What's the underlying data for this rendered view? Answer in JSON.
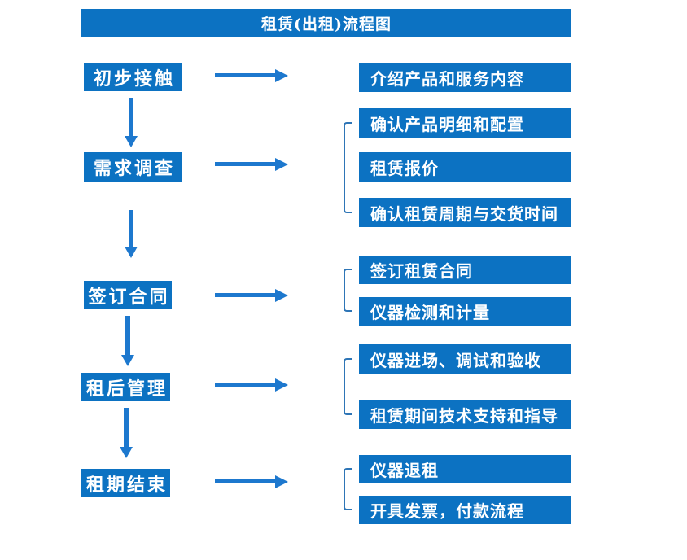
{
  "title": "租赁(出租)流程图",
  "colors": {
    "box_blue": "#0C72C2",
    "arrow_blue": "#1D78CE",
    "bracket_blue": "#2E75B6",
    "text": "#FFFFFF",
    "background": "#FFFFFF"
  },
  "icons": {
    "flow_arrow_right": "→",
    "flow_arrow_down": "↓",
    "group_bracket": "["
  },
  "flow": [
    {
      "step": "初步接触",
      "details": [
        "介绍产品和服务内容"
      ]
    },
    {
      "step": "需求调查",
      "details": [
        "确认产品明细和配置",
        "租赁报价",
        "确认租赁周期与交货时间"
      ]
    },
    {
      "step": "签订合同",
      "details": [
        "签订租赁合同",
        "仪器检测和计量"
      ]
    },
    {
      "step": "租后管理",
      "details": [
        "仪器进场、调试和验收",
        "租赁期间技术支持和指导"
      ]
    },
    {
      "step": "租期结束",
      "details": [
        "仪器退租",
        "开具发票，付款流程"
      ]
    }
  ]
}
